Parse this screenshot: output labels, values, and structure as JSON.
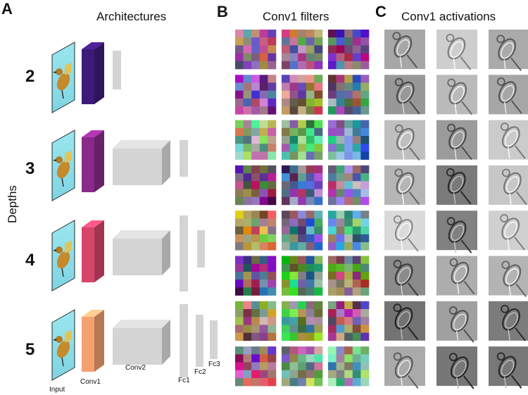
{
  "panels": {
    "a": {
      "letter": "A",
      "title": "Architectures"
    },
    "b": {
      "letter": "B",
      "title": "Conv1 filters"
    },
    "c": {
      "letter": "C",
      "title": "Conv1 activations"
    }
  },
  "y_label": "Depths",
  "depths": [
    {
      "label": "2",
      "color": "#3d1a78"
    },
    {
      "label": "3",
      "color": "#8a2a8a"
    },
    {
      "label": "4",
      "color": "#d6456a"
    },
    {
      "label": "5",
      "color": "#f4a070"
    }
  ],
  "layer_labels": {
    "input": "Input",
    "conv1": "Conv1",
    "conv2": "Conv2",
    "fc1": "Fc1",
    "fc2": "Fc2",
    "fc3": "Fc3"
  },
  "colors": {
    "input_face": "#8fe0ea",
    "block_face": "#d4d4d4",
    "block_top": "#e4e4e4",
    "block_side": "#a9a9a9"
  },
  "grid": {
    "rows": 8,
    "cols": 3,
    "filter_cells": 5
  }
}
